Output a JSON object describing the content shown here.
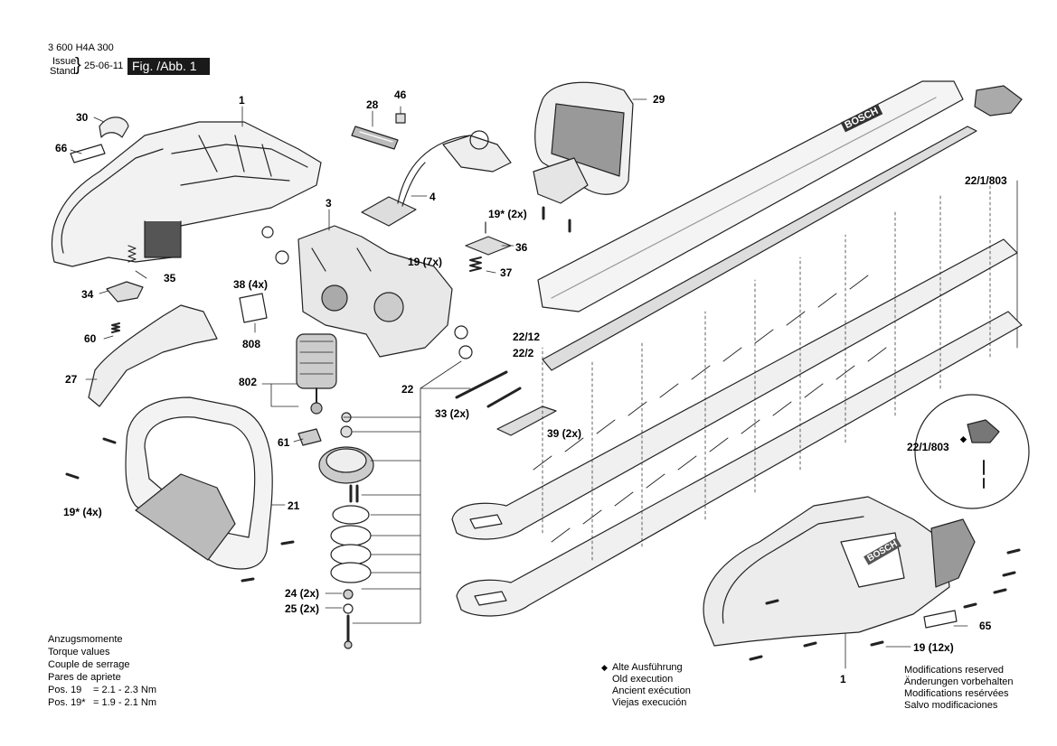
{
  "header": {
    "part_number": "3 600 H4A 300",
    "issue_label": "Issue",
    "stand_label": "Stand",
    "date": "25-06-11",
    "figure_label": "Fig. /Abb. 1"
  },
  "callouts": [
    {
      "id": "c1a",
      "text": "1"
    },
    {
      "id": "c1b",
      "text": "1"
    },
    {
      "id": "c3",
      "text": "3"
    },
    {
      "id": "c4",
      "text": "4"
    },
    {
      "id": "c19a",
      "text": "19* (2x)"
    },
    {
      "id": "c19b",
      "text": "19 (7x)"
    },
    {
      "id": "c19c",
      "text": "19* (4x)"
    },
    {
      "id": "c19d",
      "text": "19 (12x)"
    },
    {
      "id": "c21",
      "text": "21"
    },
    {
      "id": "c22",
      "text": "22"
    },
    {
      "id": "c22_12",
      "text": "22/12"
    },
    {
      "id": "c22_2",
      "text": "22/2"
    },
    {
      "id": "c22_1_803a",
      "text": "22/1/803"
    },
    {
      "id": "c22_1_803b",
      "text": "22/1/803"
    },
    {
      "id": "c24",
      "text": "24 (2x)"
    },
    {
      "id": "c25",
      "text": "25 (2x)"
    },
    {
      "id": "c27",
      "text": "27"
    },
    {
      "id": "c28",
      "text": "28"
    },
    {
      "id": "c29",
      "text": "29"
    },
    {
      "id": "c30",
      "text": "30"
    },
    {
      "id": "c33",
      "text": "33 (2x)"
    },
    {
      "id": "c34",
      "text": "34"
    },
    {
      "id": "c35",
      "text": "35"
    },
    {
      "id": "c36",
      "text": "36"
    },
    {
      "id": "c37",
      "text": "37"
    },
    {
      "id": "c38",
      "text": "38 (4x)"
    },
    {
      "id": "c39",
      "text": "39 (2x)"
    },
    {
      "id": "c46",
      "text": "46"
    },
    {
      "id": "c60",
      "text": "60"
    },
    {
      "id": "c61",
      "text": "61"
    },
    {
      "id": "c65",
      "text": "65"
    },
    {
      "id": "c66",
      "text": "66"
    },
    {
      "id": "c802",
      "text": "802"
    },
    {
      "id": "c808",
      "text": "808"
    }
  ],
  "torque": {
    "lines": [
      "Anzugsmomente",
      "Torque values",
      "Couple de serrage",
      "Pares de apriete"
    ],
    "pos19_label": "Pos. 19",
    "pos19_value": "= 2.1 - 2.3 Nm",
    "pos19s_label": "Pos. 19*",
    "pos19s_value": "= 1.9 - 2.1 Nm"
  },
  "old_execution": {
    "marker": "◆",
    "lines": [
      "Alte Ausführung",
      "Old execution",
      "Ancient exécution",
      "Viejas execución"
    ]
  },
  "modifications": {
    "lines": [
      "Modifications reserved",
      "Änderungen vorbehalten",
      "Modifications resérvées",
      "Salvo modificaciones"
    ]
  },
  "brand_marks": [
    "BOSCH",
    "BOSCH"
  ]
}
